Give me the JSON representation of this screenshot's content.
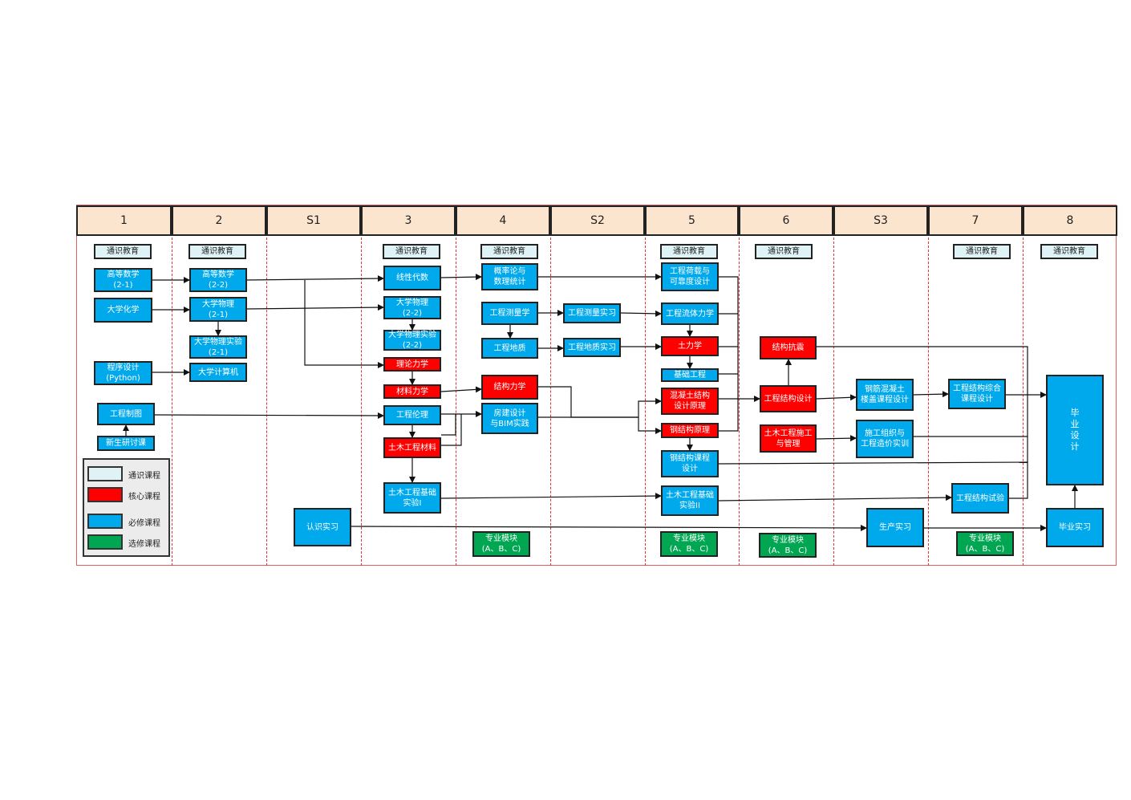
{
  "semesters": [
    "1",
    "2",
    "S1",
    "3",
    "4",
    "S2",
    "5",
    "6",
    "S3",
    "7",
    "8"
  ],
  "legend": {
    "general": "通识课程",
    "core": "核心课程",
    "required": "必修课程",
    "elective": "选修课程"
  },
  "colors": {
    "required": "#00a8ec",
    "core": "#ff0000",
    "general": "#dff3f6",
    "elective": "#00a651",
    "header": "#fbe5cf",
    "divider": "#e03030"
  },
  "general_label": "通识教育",
  "courses": {
    "adv_math_1": "高等数学\n(2-1)",
    "chem": "大学化学",
    "prog": "程序设计\n(Python)",
    "drawing": "工程制图",
    "seminar": "新生研讨课",
    "adv_math_2": "高等数学\n(2-2)",
    "physics_1": "大学物理\n(2-1)",
    "phys_lab_1": "大学物理实验\n(2-1)",
    "computer": "大学计算机",
    "cognition": "认识实习",
    "linear": "线性代数",
    "physics_2": "大学物理\n(2-2)",
    "phys_lab_2": "大学物理实验\n(2-2)",
    "theory_mech": "理论力学",
    "mat_mech": "材料力学",
    "ethics": "工程伦理",
    "materials": "土木工程材料",
    "found_lab_1": "土木工程基础\n实验I",
    "prob": "概率论与\n数理统计",
    "survey": "工程测量学",
    "geology": "工程地质",
    "struct_mech": "结构力学",
    "bim": "房建设计\n与BIM实践",
    "module": "专业模块\n(A、B、C)",
    "survey_prac": "工程测量实习",
    "geo_prac": "工程地质实习",
    "load": "工程荷载与\n可靠度设计",
    "fluid": "工程流体力学",
    "soil": "土力学",
    "foundation": "基础工程",
    "rc": "混凝土结构\n设计原理",
    "steel": "钢结构原理",
    "steel_design": "钢结构课程\n设计",
    "found_lab_2": "土木工程基础\n实验II",
    "seismic": "结构抗震",
    "struct_design": "工程结构设计",
    "construction": "土木工程施工\n与管理",
    "rc_design": "钢筋混凝土\n楼盖课程设计",
    "org": "施工组织与\n工程造价实训",
    "production": "生产实习",
    "comp_design": "工程结构综合\n课程设计",
    "struct_test": "工程结构试验",
    "thesis": "毕\n业\n设\n计",
    "grad_prac": "毕业实习"
  }
}
